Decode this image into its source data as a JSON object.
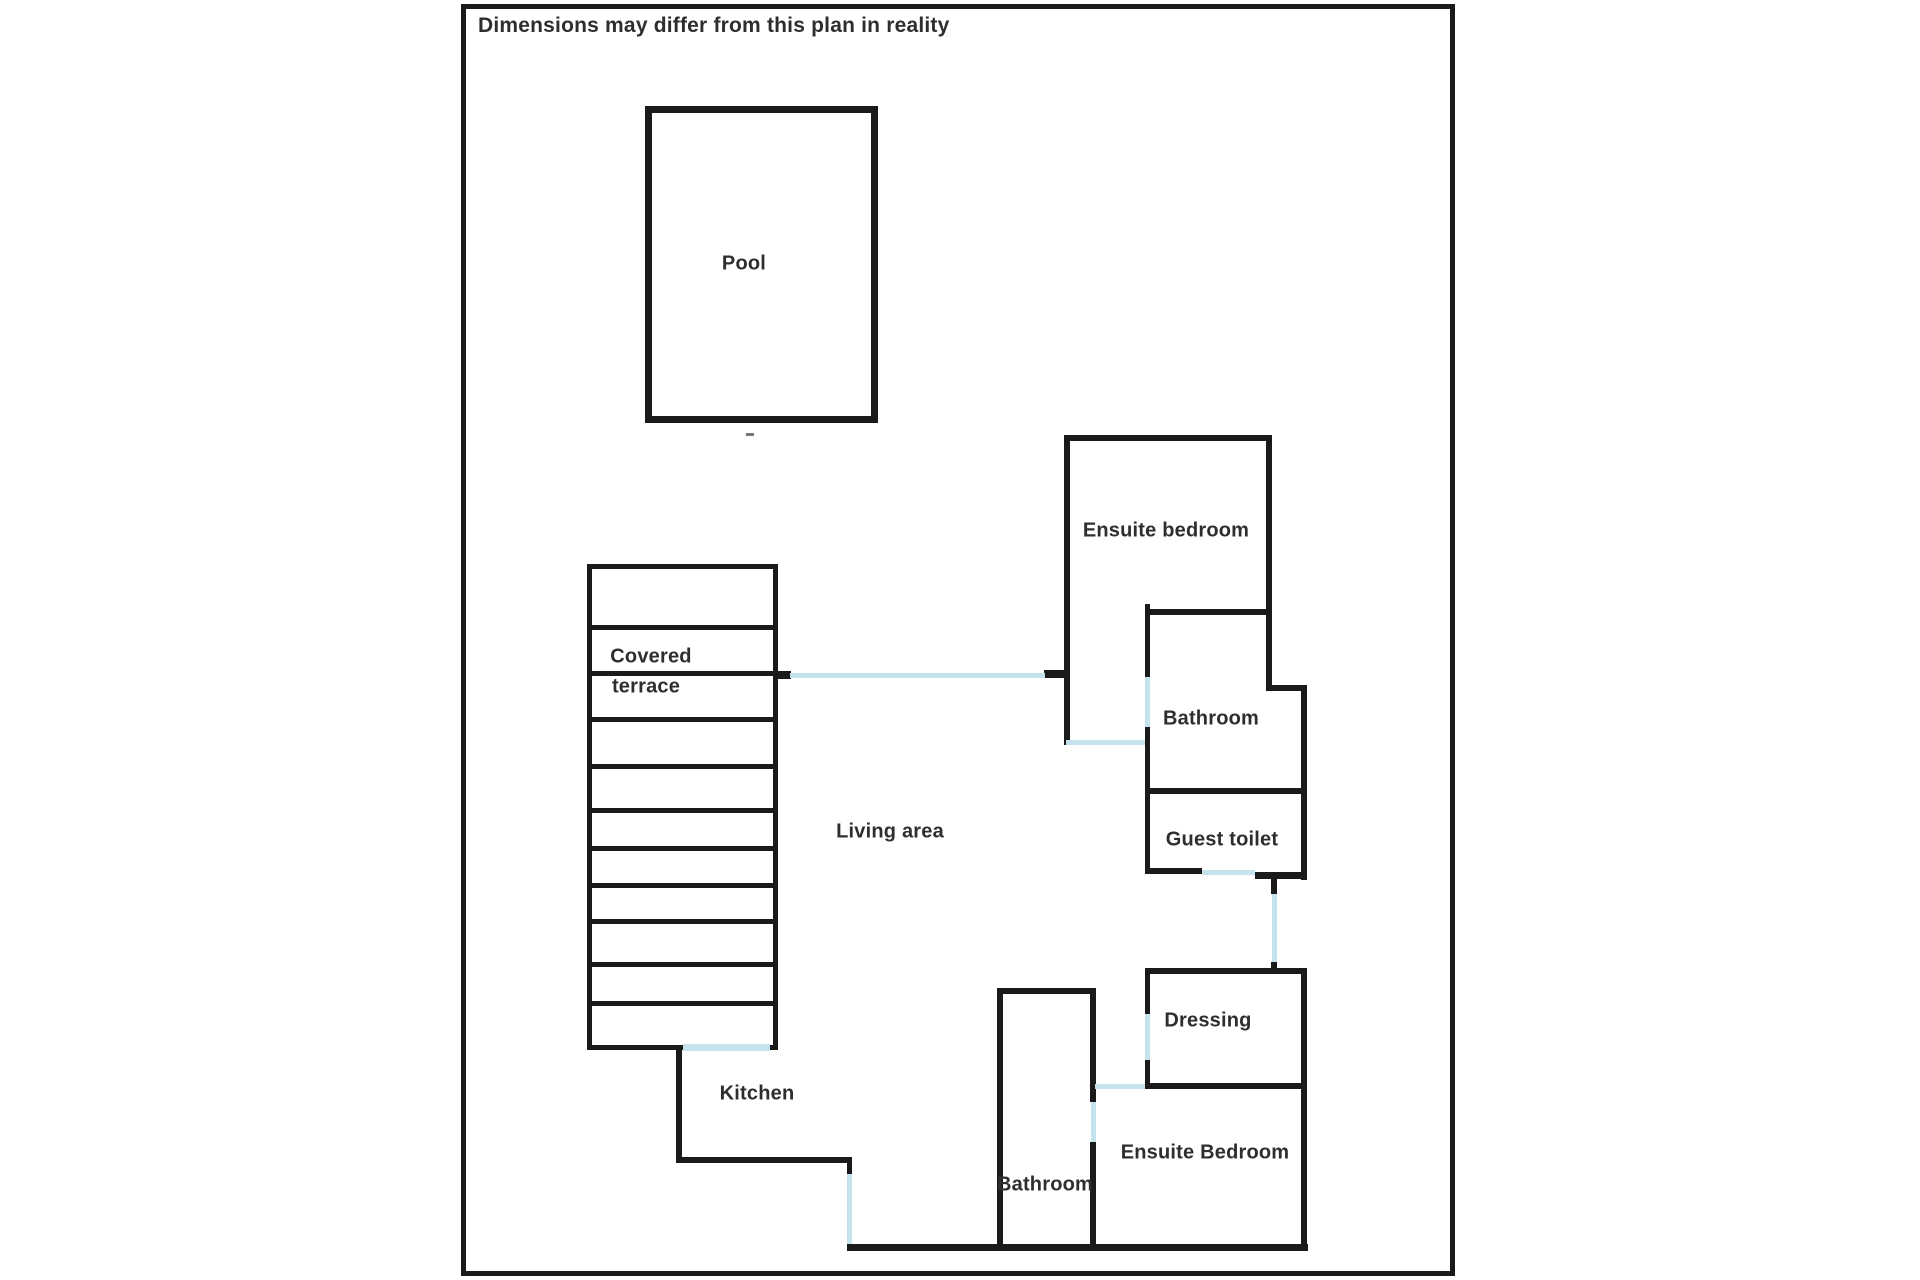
{
  "disclaimer": "Dimensions may differ from this plan in reality",
  "rooms": {
    "pool": "Pool",
    "covered_terrace_line1": "Covered",
    "covered_terrace_line2": "terrace",
    "living_area": "Living area",
    "kitchen": "Kitchen",
    "ensuite_bedroom_top": "Ensuite bedroom",
    "bathroom_top": "Bathroom",
    "guest_toilet": "Guest toilet",
    "dressing": "Dressing",
    "ensuite_bedroom_bottom": "Ensuite Bedroom",
    "bathroom_bottom": "Bathroom"
  },
  "colors": {
    "wall": "#1a1a1a",
    "opening": "#c5e3ed",
    "text": "#2e2e2e",
    "background": "#ffffff"
  }
}
